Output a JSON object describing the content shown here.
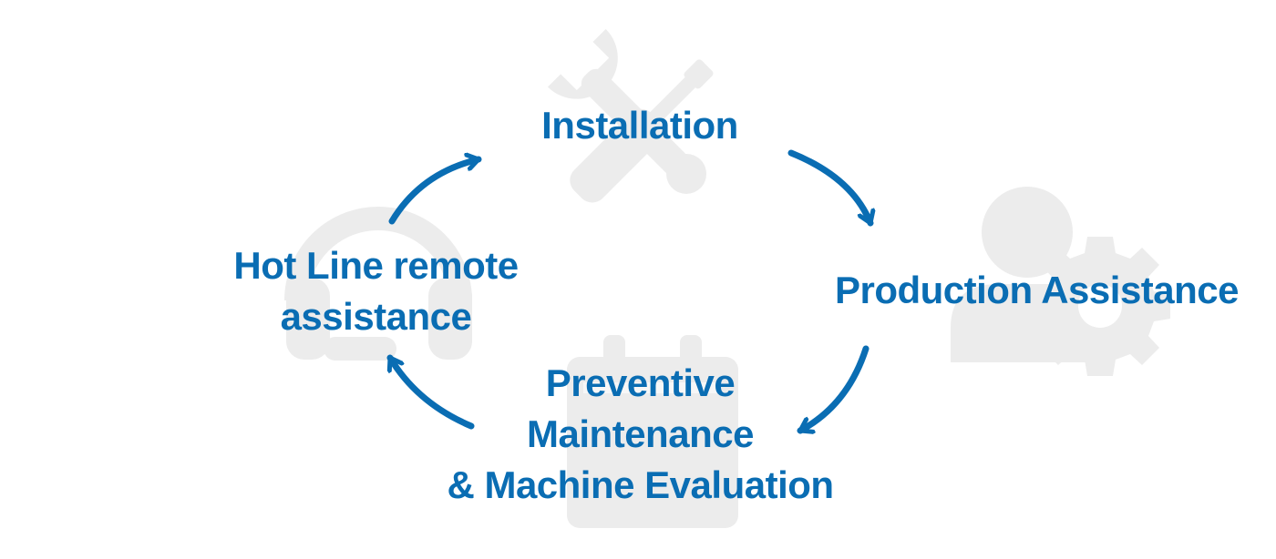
{
  "colors": {
    "accent": "#0a6db3",
    "icon_gray": "#ececec"
  },
  "steps": [
    {
      "id": "installation",
      "icon": "wrench-screwdriver-icon",
      "lines": [
        "Installation"
      ]
    },
    {
      "id": "production",
      "icon": "user-gear-icon",
      "lines": [
        "Production Assistance"
      ]
    },
    {
      "id": "preventive",
      "icon": "calendar-check-icon",
      "lines": [
        "Preventive",
        "Maintenance",
        "& Machine Evaluation"
      ]
    },
    {
      "id": "hotline",
      "icon": "headset-icon",
      "lines": [
        "Hot Line remote",
        "assistance"
      ]
    }
  ]
}
